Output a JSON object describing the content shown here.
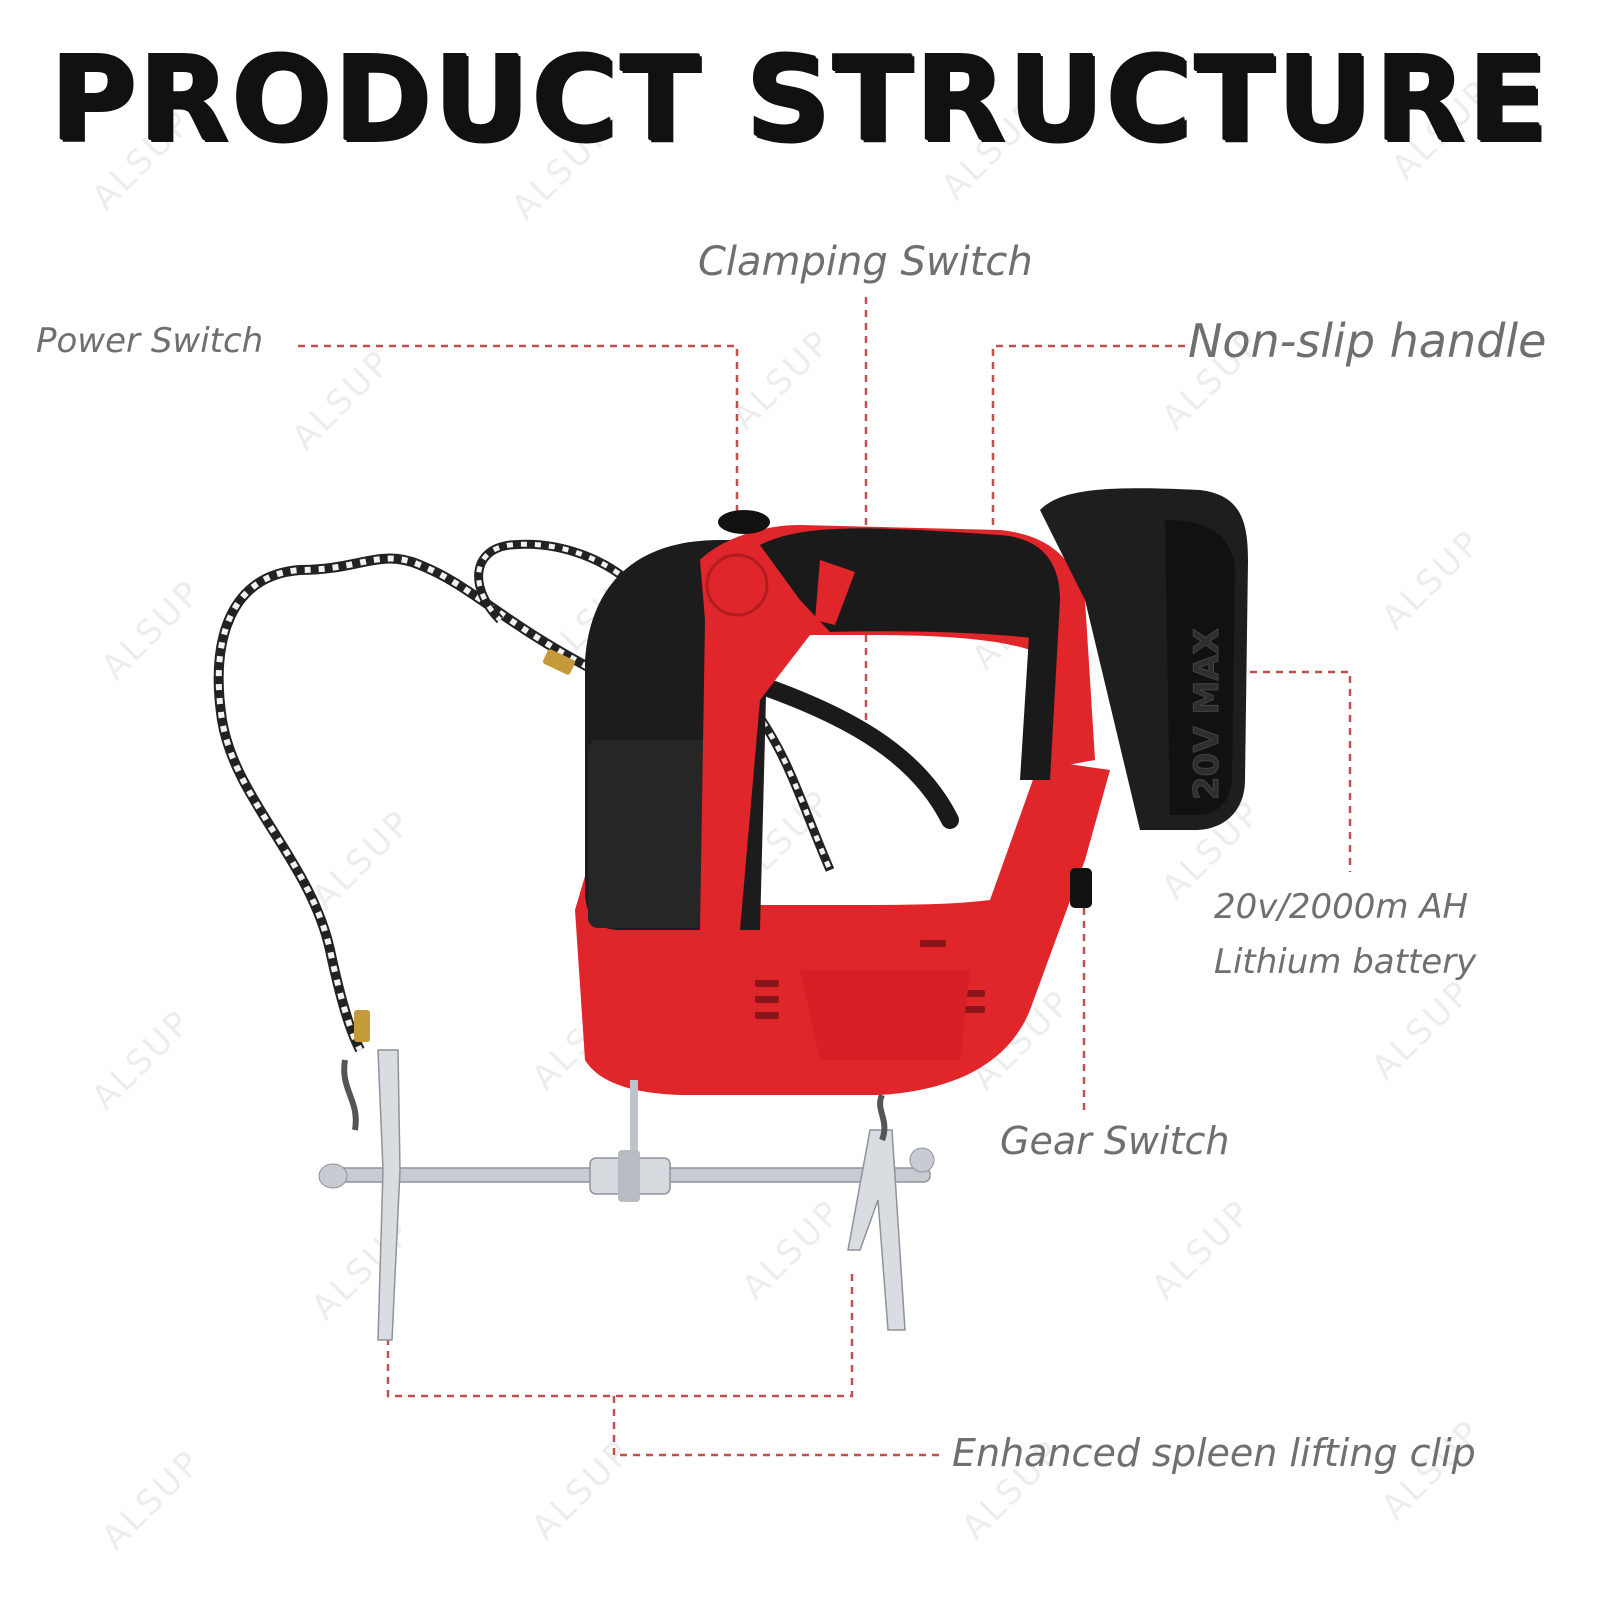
{
  "title": "PRODUCT STRUCTURE",
  "labels": {
    "power_switch": "Power Switch",
    "clamping_switch": "Clamping Switch",
    "non_slip_handle": "Non-slip handle",
    "battery_line1": "20v/2000m AH",
    "battery_line2": "Lithium battery",
    "gear_switch": "Gear Switch",
    "clip": "Enhanced spleen lifting clip"
  },
  "battery_marking": "20V MAX",
  "watermark": "ALSUP",
  "colors": {
    "leader_line": "#c0504d",
    "label_text": "#6f6f6f",
    "tool_red": "#e0252b",
    "tool_black": "#1c1c1c",
    "metal": "#c8ccd2"
  }
}
